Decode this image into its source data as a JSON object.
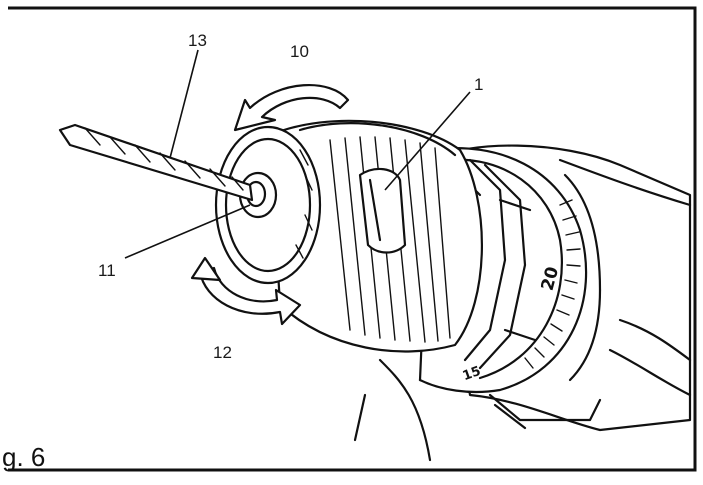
{
  "caption": "g. 6",
  "callouts": {
    "c1": "1",
    "c10": "10",
    "c11": "11",
    "c12": "12",
    "c13": "13"
  },
  "dial_numbers": {
    "n20": "20",
    "n15": "15"
  },
  "colors": {
    "ink": "#111111",
    "paper": "#ffffff"
  }
}
